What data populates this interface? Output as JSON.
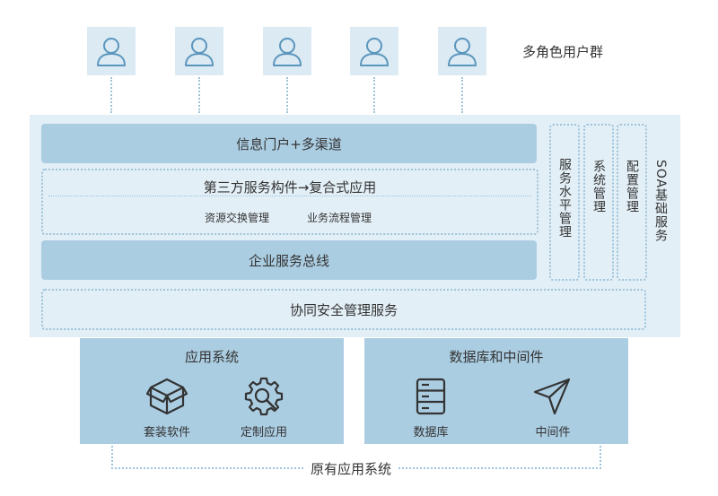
{
  "colors": {
    "panel_light": "#e3eff7",
    "bar_blue": "#abcde2",
    "dotted_border": "#9ec3da",
    "icon_stroke": "#333333",
    "user_icon_stroke": "#5b96bd"
  },
  "users": {
    "icon": "user-outline-icon",
    "count": 5,
    "group_label": "多角色用户群"
  },
  "soa": {
    "portal_label": "信息门户+多渠道",
    "third_party": {
      "title": "第三方服务构件→复合式应用",
      "items": [
        "资源交换管理",
        "业务流程管理"
      ]
    },
    "esb_label": "企业服务总线",
    "security_label": "协同安全管理服务",
    "side_columns": [
      "服务水平管理",
      "系统管理",
      "配置管理"
    ],
    "foundation_label": "SOA基础服务"
  },
  "application_system": {
    "title": "应用系统",
    "items": [
      {
        "label": "套装软件",
        "icon": "package-box-icon"
      },
      {
        "label": "定制应用",
        "icon": "gear-search-icon"
      }
    ]
  },
  "data_middleware": {
    "title": "数据库和中间件",
    "items": [
      {
        "label": "数据库",
        "icon": "database-server-icon"
      },
      {
        "label": "中间件",
        "icon": "paper-plane-icon"
      }
    ]
  },
  "legacy_label": "原有应用系统"
}
